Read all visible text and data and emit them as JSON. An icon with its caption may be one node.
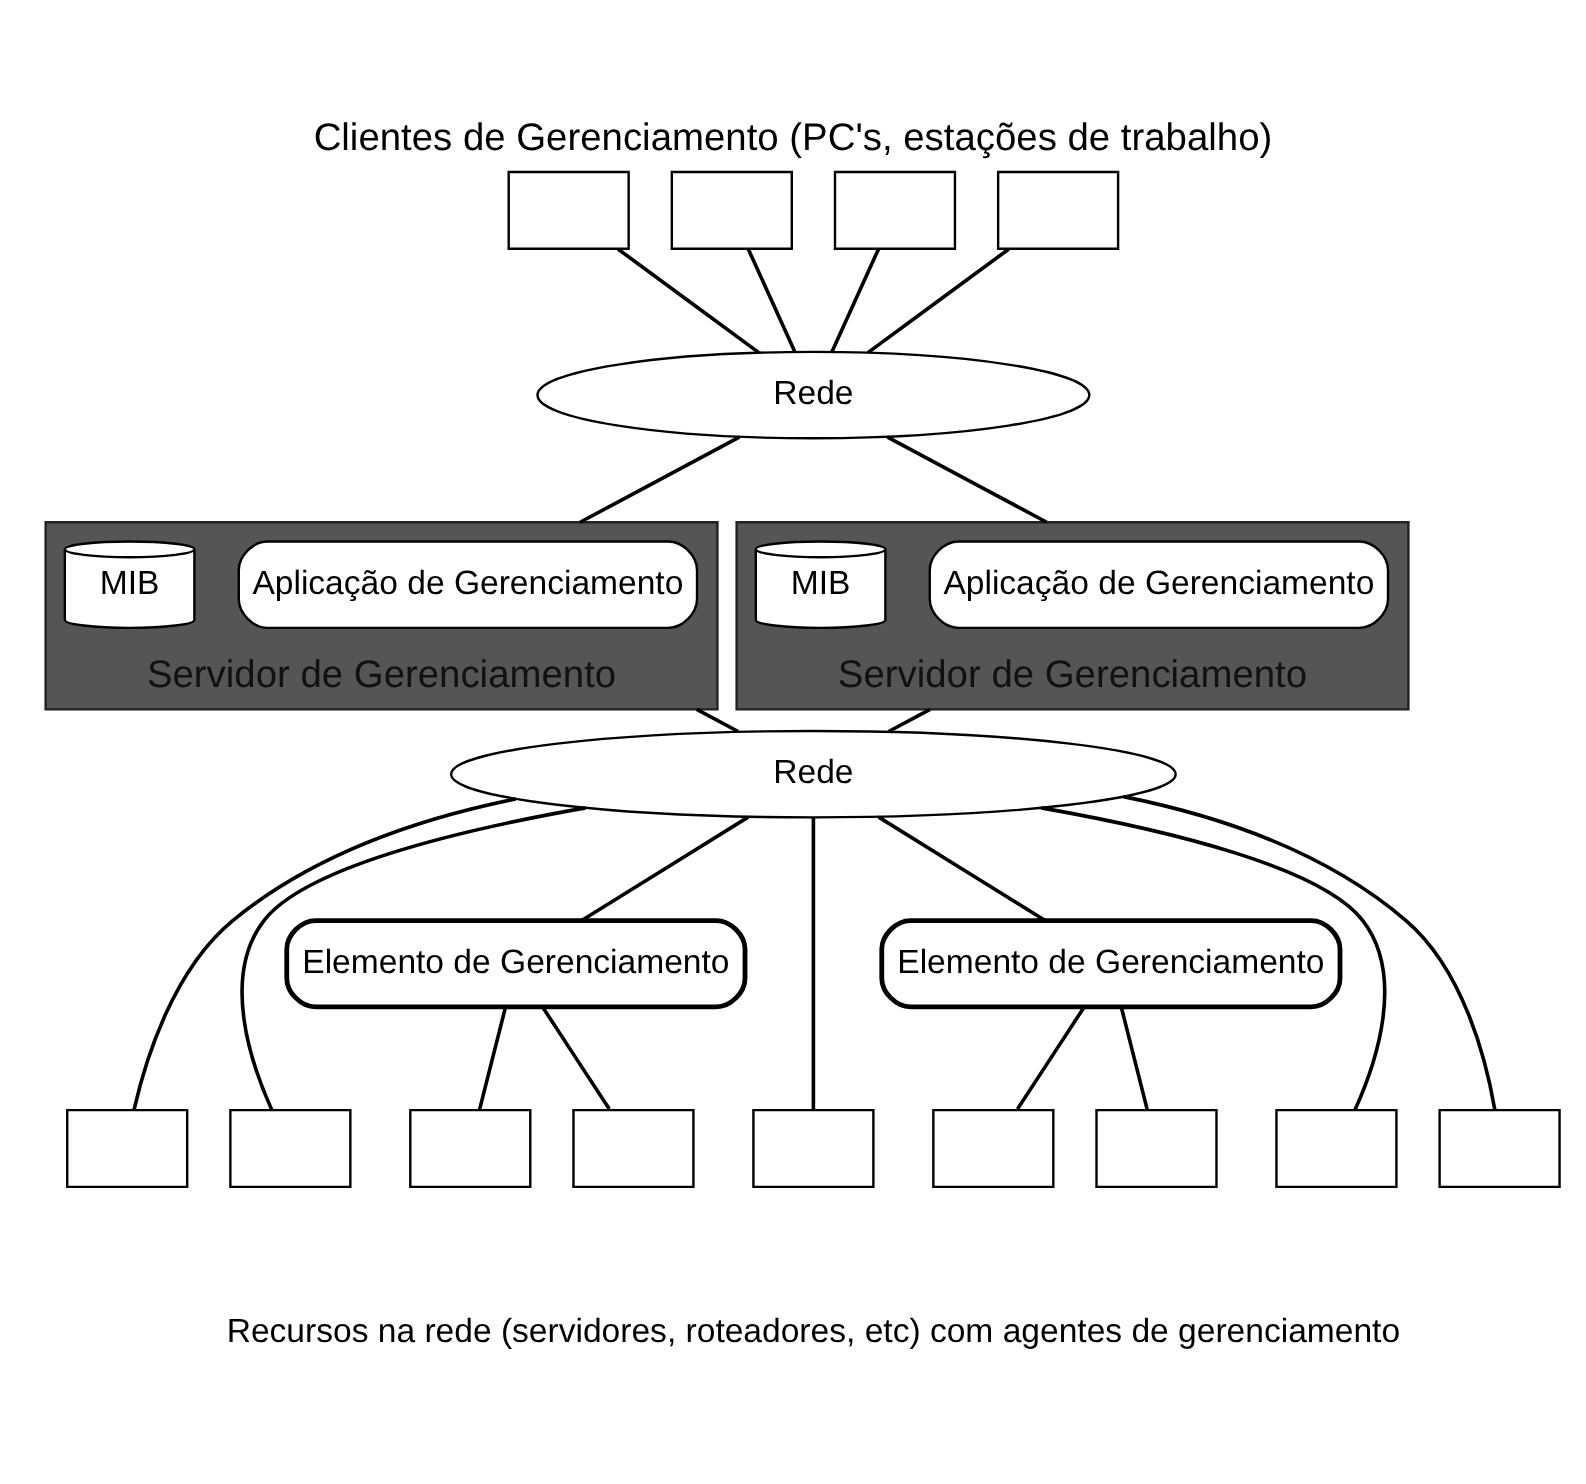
{
  "diagram": {
    "title": "Clientes de Gerenciamento (PC's, estações de trabalho)",
    "caption": "Recursos na rede (servidores, roteadores, etc) com agentes de gerenciamento",
    "nodes": [
      {
        "text": [],
        "shape": "box"
      },
      {
        "text": [],
        "shape": "box"
      },
      {
        "text": [],
        "shape": "box"
      },
      {
        "text": [],
        "shape": "box"
      },
      {
        "text": [
          "Rede"
        ]
      },
      {
        "text": [
          "Servidor de Gerenciamento"
        ]
      },
      {
        "text": [
          "Aplicação de Gerenciamento"
        ],
        "in": 5
      },
      {
        "text": [
          "MIB"
        ],
        "in": 5
      },
      {
        "text": [
          "Servidor de Gerenciamento"
        ]
      },
      {
        "text": [
          "Aplicação de Gerenciamento"
        ],
        "in": 8
      },
      {
        "text": [
          "MIB"
        ],
        "in": 8
      },
      {
        "text": [
          "Rede"
        ]
      },
      {
        "text": [
          "Elemento de Gerenciamento"
        ]
      },
      {
        "text": [
          "Elemento de Gerenciamento"
        ]
      },
      {
        "text": [],
        "shape": "box"
      },
      {
        "text": [],
        "shape": "box"
      },
      {
        "text": [],
        "shape": "box"
      },
      {
        "text": [],
        "shape": "box"
      },
      {
        "text": [],
        "shape": "box"
      },
      {
        "text": [],
        "shape": "box"
      },
      {
        "text": [],
        "shape": "box"
      },
      {
        "text": [],
        "shape": "box"
      },
      {
        "text": [],
        "shape": "box"
      }
    ],
    "edges": [
      {
        "from": 0,
        "to": 4,
        "arrow": "none"
      },
      {
        "from": 1,
        "to": 4,
        "arrow": "none"
      },
      {
        "from": 2,
        "to": 4,
        "arrow": "none"
      },
      {
        "from": 3,
        "to": 4,
        "arrow": "none"
      },
      {
        "from": 4,
        "to": 5,
        "arrow": "none"
      },
      {
        "from": 4,
        "to": 8,
        "arrow": "none"
      },
      {
        "from": 5,
        "to": 11,
        "arrow": "none"
      },
      {
        "from": 8,
        "to": 11,
        "arrow": "none"
      },
      {
        "from": 11,
        "to": 14,
        "arrow": "none"
      },
      {
        "from": 11,
        "to": 15,
        "arrow": "none"
      },
      {
        "from": 11,
        "to": 12,
        "arrow": "none"
      },
      {
        "from": 11,
        "to": 18,
        "arrow": "none"
      },
      {
        "from": 11,
        "to": 13,
        "arrow": "none"
      },
      {
        "from": 11,
        "to": 21,
        "arrow": "none"
      },
      {
        "from": 11,
        "to": 22,
        "arrow": "none"
      },
      {
        "from": 12,
        "to": 16,
        "arrow": "none"
      },
      {
        "from": 12,
        "to": 17,
        "arrow": "none"
      },
      {
        "from": 13,
        "to": 19,
        "arrow": "none"
      },
      {
        "from": 13,
        "to": 20,
        "arrow": "none"
      }
    ]
  }
}
